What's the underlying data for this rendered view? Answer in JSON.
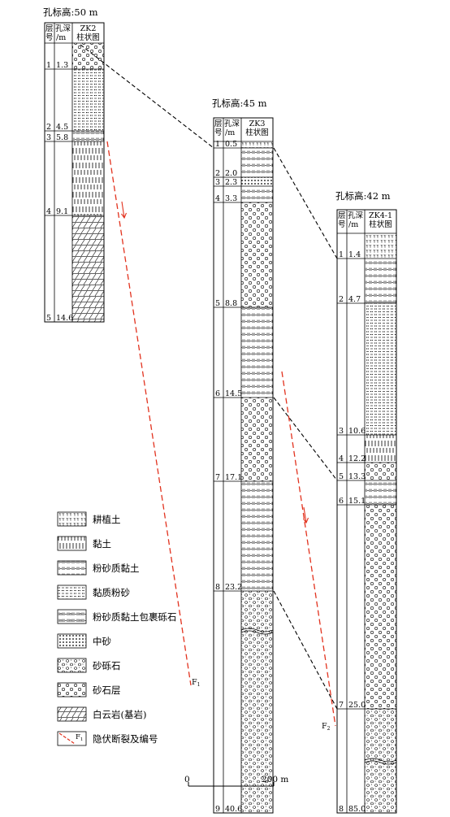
{
  "boreholes": [
    {
      "id": "ZK2",
      "elevation_label": "孔标高:50 m",
      "header_layer": "层号",
      "header_depth": "孔深/m",
      "header_column": "ZK2柱状图",
      "layers": [
        {
          "no": "1",
          "depth": "1.3",
          "type": "gravel"
        },
        {
          "no": "2",
          "depth": "4.5",
          "type": "clayey_silt"
        },
        {
          "no": "3",
          "depth": "5.8",
          "type": "silty_clay"
        },
        {
          "no": "4",
          "depth": "9.1",
          "type": "clay"
        },
        {
          "no": "5",
          "depth": "14.6",
          "type": "dolomite"
        }
      ]
    },
    {
      "id": "ZK3",
      "elevation_label": "孔标高:45 m",
      "header_layer": "层号",
      "header_depth": "孔深/m",
      "header_column": "ZK3柱状图",
      "layers": [
        {
          "no": "1",
          "depth": "0.5",
          "type": "topsoil"
        },
        {
          "no": "2",
          "depth": "2.0",
          "type": "silty_clay"
        },
        {
          "no": "3",
          "depth": "2.3",
          "type": "medium_sand"
        },
        {
          "no": "4",
          "depth": "3.3",
          "type": "silty_clay"
        },
        {
          "no": "5",
          "depth": "8.8",
          "type": "gravel"
        },
        {
          "no": "6",
          "depth": "14.5",
          "type": "silty_clay"
        },
        {
          "no": "7",
          "depth": "17.1",
          "type": "gravel"
        },
        {
          "no": "8",
          "depth": "23.2",
          "type": "silty_clay"
        },
        {
          "no": "9",
          "depth": "40.6",
          "type": "sand_gravel"
        }
      ]
    },
    {
      "id": "ZK4-1",
      "elevation_label": "孔标高:42 m",
      "header_layer": "层号",
      "header_depth": "孔深/m",
      "header_column": "ZK4-1柱状图",
      "layers": [
        {
          "no": "1",
          "depth": "1.4",
          "type": "topsoil"
        },
        {
          "no": "2",
          "depth": "4.7",
          "type": "silty_clay"
        },
        {
          "no": "3",
          "depth": "10.6",
          "type": "clayey_silt"
        },
        {
          "no": "4",
          "depth": "12.2",
          "type": "clay"
        },
        {
          "no": "5",
          "depth": "13.3",
          "type": "gravel"
        },
        {
          "no": "6",
          "depth": "15.1",
          "type": "silty_clay"
        },
        {
          "no": "7",
          "depth": "25.0",
          "type": "gravel"
        },
        {
          "no": "8",
          "depth": "85.0",
          "type": "sand_gravel"
        }
      ]
    }
  ],
  "faults": [
    {
      "label": "F",
      "sub": "1"
    },
    {
      "label": "F",
      "sub": "2"
    }
  ],
  "legend": [
    {
      "type": "topsoil",
      "label": "耕植土"
    },
    {
      "type": "clay",
      "label": "黏土"
    },
    {
      "type": "silty_clay",
      "label": "粉砂质黏土"
    },
    {
      "type": "clayey_silt",
      "label": "黏质粉砂"
    },
    {
      "type": "silty_clay_gravel",
      "label": "粉砂质黏土包裹砾石"
    },
    {
      "type": "medium_sand",
      "label": "中砂"
    },
    {
      "type": "sand_gravel",
      "label": "砂砾石"
    },
    {
      "type": "gravel",
      "label": "砂石层"
    },
    {
      "type": "dolomite",
      "label": "白云岩(基岩)"
    },
    {
      "type": "fault",
      "label": "隐伏断裂及编号",
      "symbol_label": "F",
      "symbol_sub": "1"
    }
  ],
  "scale": {
    "start": "0",
    "end": "200 m"
  },
  "colors": {
    "fault": "#e2321e",
    "line": "#000000"
  }
}
